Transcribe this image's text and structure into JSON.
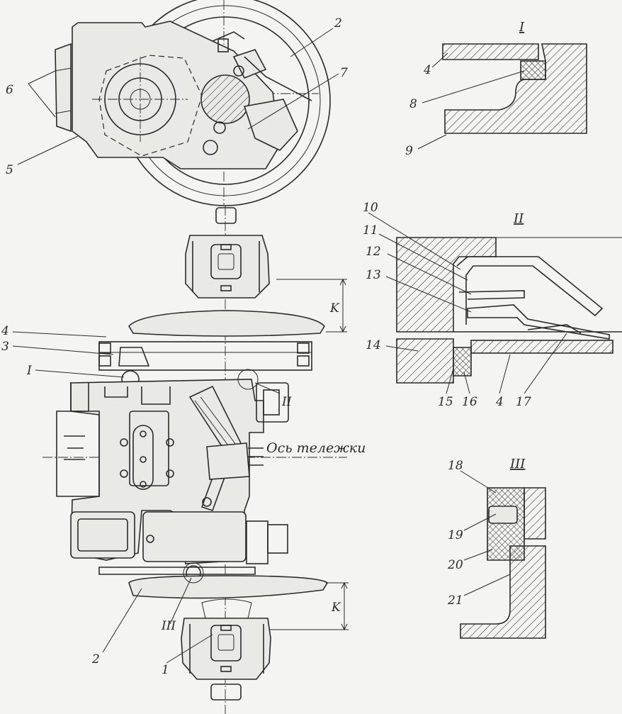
{
  "labels": {
    "l1": "1",
    "l2a": "2",
    "l2b": "2",
    "l3": "3",
    "l4a": "4",
    "l4b": "4",
    "l4c": "4",
    "l5": "5",
    "l6": "6",
    "l7": "7",
    "l8": "8",
    "l9": "9",
    "l10": "10",
    "l11": "11",
    "l12": "12",
    "l13": "13",
    "l14": "14",
    "l15": "15",
    "l16": "16",
    "l17": "17",
    "l18": "18",
    "l19": "19",
    "l20": "20",
    "l21": "21"
  },
  "view_titles": {
    "v1": "I",
    "v2": "II",
    "v3": "III"
  },
  "view_markers": {
    "m1": "I",
    "m2": "II",
    "m3": "III"
  },
  "dimensions": {
    "k_top": "K",
    "k_bottom": "K"
  },
  "axis_label": "Ось тележки"
}
